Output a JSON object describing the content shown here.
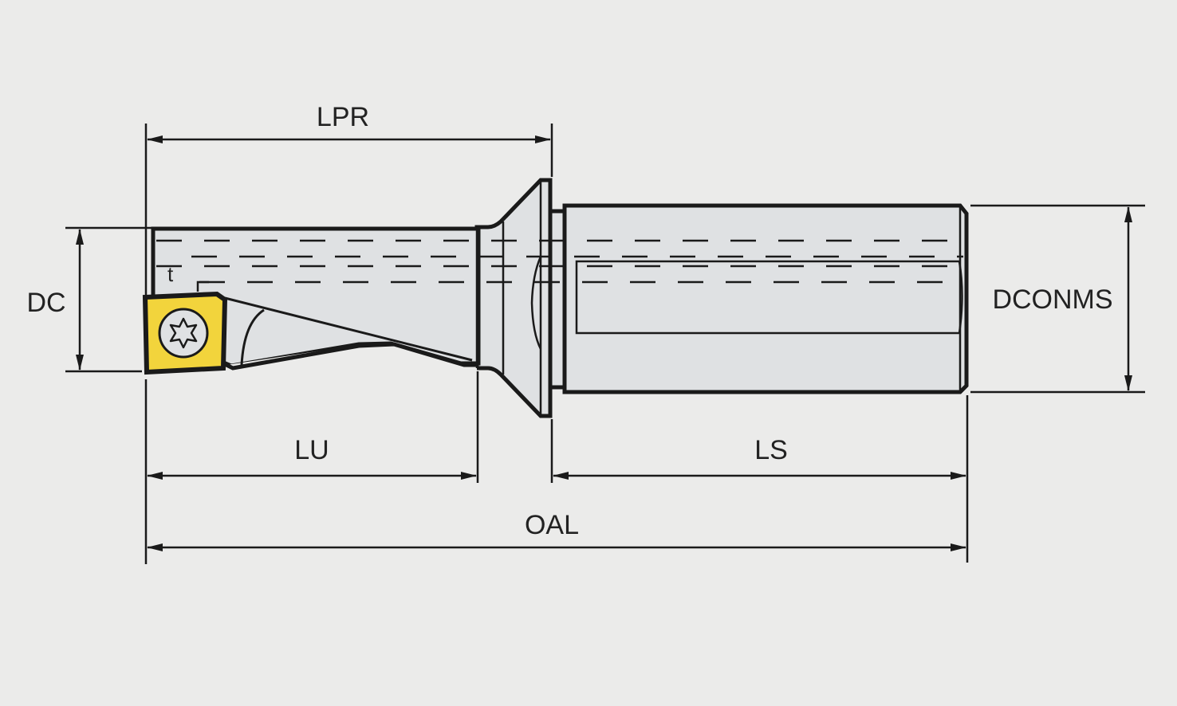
{
  "diagram": {
    "title": "Indexable drill dimension drawing",
    "colors": {
      "background": "#ebebea",
      "body_fill": "#dfe1e3",
      "outline": "#1a1a1a",
      "insert_fill": "#f2d43c"
    },
    "labels": {
      "lpr": "LPR",
      "dc": "DC",
      "dconms": "DCONMS",
      "lu": "LU",
      "ls": "LS",
      "oal": "OAL",
      "t": "t"
    },
    "icons": {
      "insert": "square-insert-icon",
      "screw": "torx-screw-icon"
    }
  }
}
